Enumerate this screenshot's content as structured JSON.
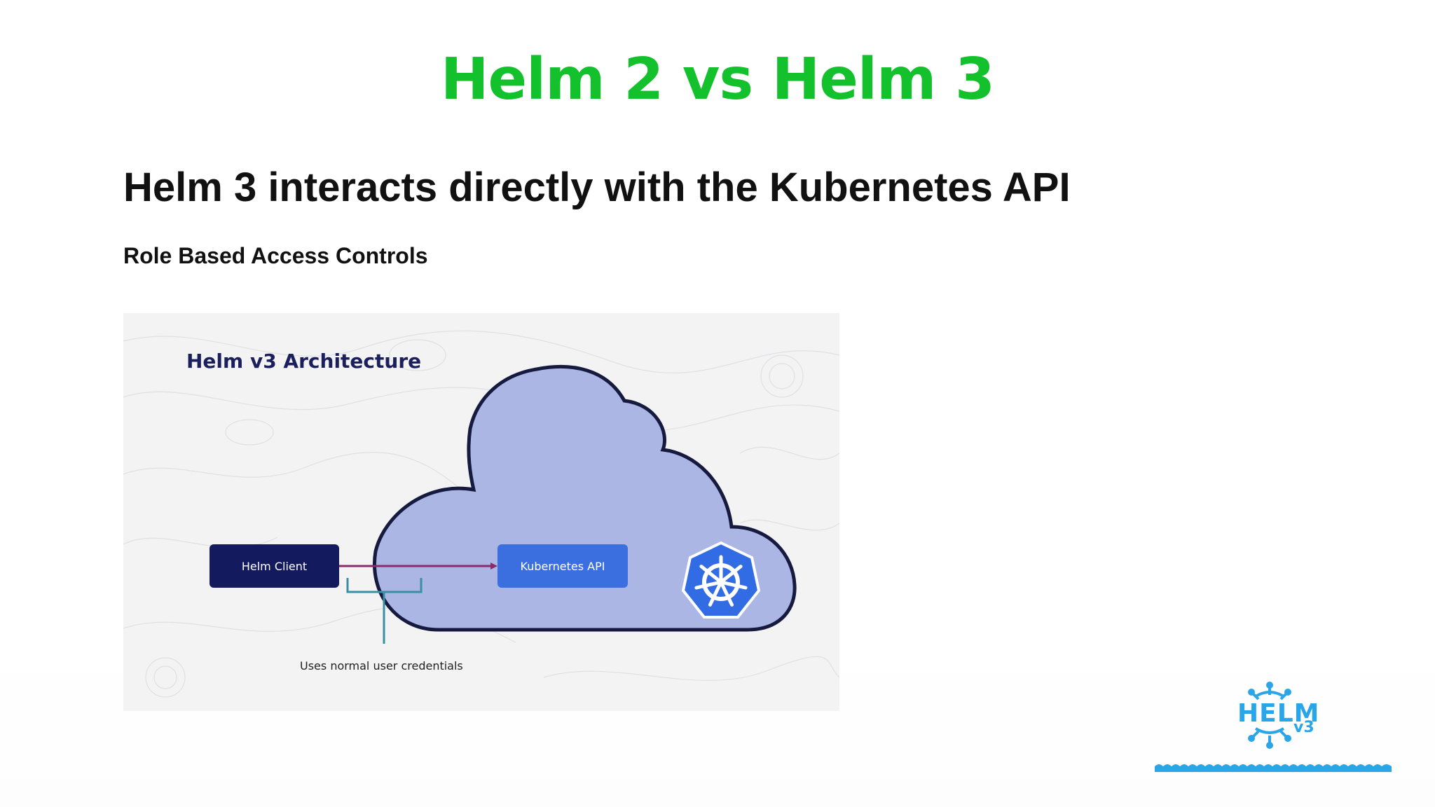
{
  "slide": {
    "title": "Helm 2 vs Helm 3",
    "headline": "Helm 3 interacts directly with the Kubernetes API",
    "subhead": "Role Based Access Controls"
  },
  "diagram": {
    "title": "Helm v3 Architecture",
    "helm_client_label": "Helm Client",
    "kubernetes_api_label": "Kubernetes API",
    "credentials_label": "Uses normal user credentials",
    "colors": {
      "cloud_fill": "#abb6e4",
      "cloud_stroke": "#151a3e",
      "helm_client_box": "#141a5e",
      "kubernetes_api_box": "#3b6fe0",
      "arrow": "#8a2b6e",
      "bracket": "#3a8fa3",
      "kubernetes_logo": "#326ce5"
    },
    "icons": [
      "kubernetes-logo-icon",
      "arrow-right-icon",
      "bracket-icon"
    ]
  },
  "logo": {
    "text": "HELM",
    "version": "v3",
    "color": "#2aa6e8",
    "icon": "helm-wheel-icon"
  },
  "colors": {
    "title": "#12c12c",
    "text": "#111111"
  }
}
